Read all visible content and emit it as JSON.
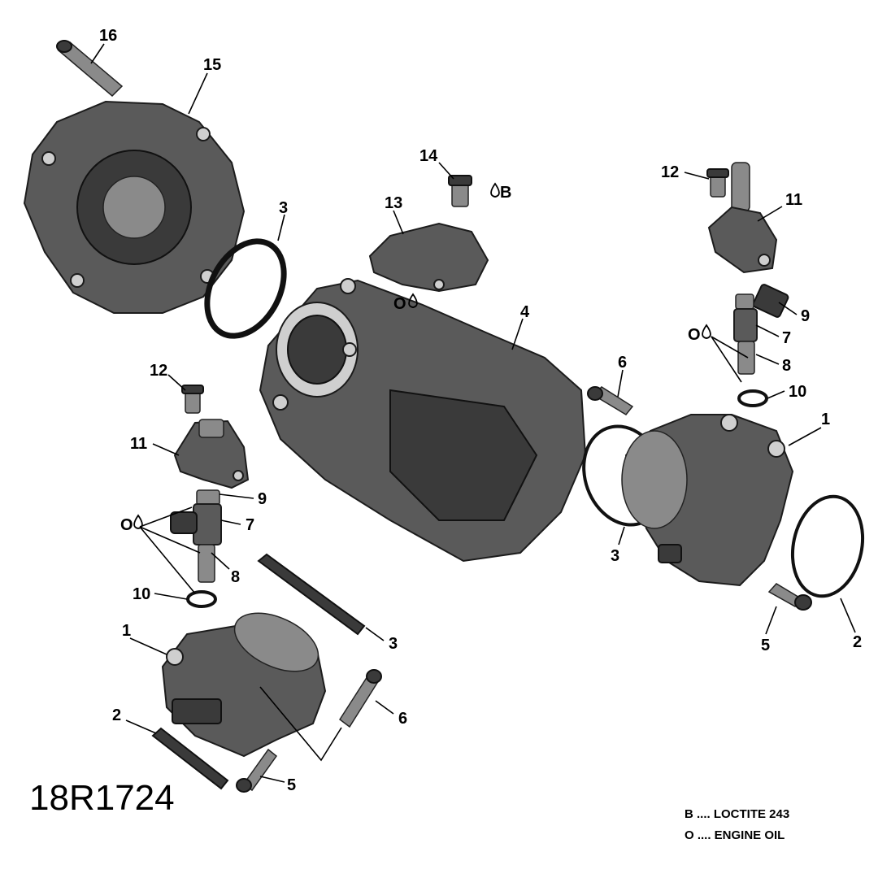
{
  "labels": {
    "l16": "16",
    "l15": "15",
    "l3a": "3",
    "l14": "14",
    "l13": "13",
    "l12a": "12",
    "l11a": "11",
    "l4": "4",
    "l9a": "9",
    "l7a": "7",
    "l8a": "8",
    "l10a": "10",
    "l6a": "6",
    "l1a": "1",
    "l12b": "12",
    "l11b": "11",
    "l9b": "9",
    "l7b": "7",
    "l8b": "8",
    "l10b": "10",
    "l1b": "1",
    "l3b": "3",
    "l3c": "3",
    "l2a": "2",
    "l5a": "5",
    "l6b": "6",
    "l2b": "2",
    "l5b": "5"
  },
  "annotations": {
    "loctite_mark": "B",
    "oil_mark_13": "O",
    "oil_mark_right": "O",
    "oil_mark_left": "O"
  },
  "reference_code": "18R1724",
  "legend": {
    "b_line": "B .... LOCTITE 243",
    "o_line": "O .... ENGINE OIL"
  }
}
